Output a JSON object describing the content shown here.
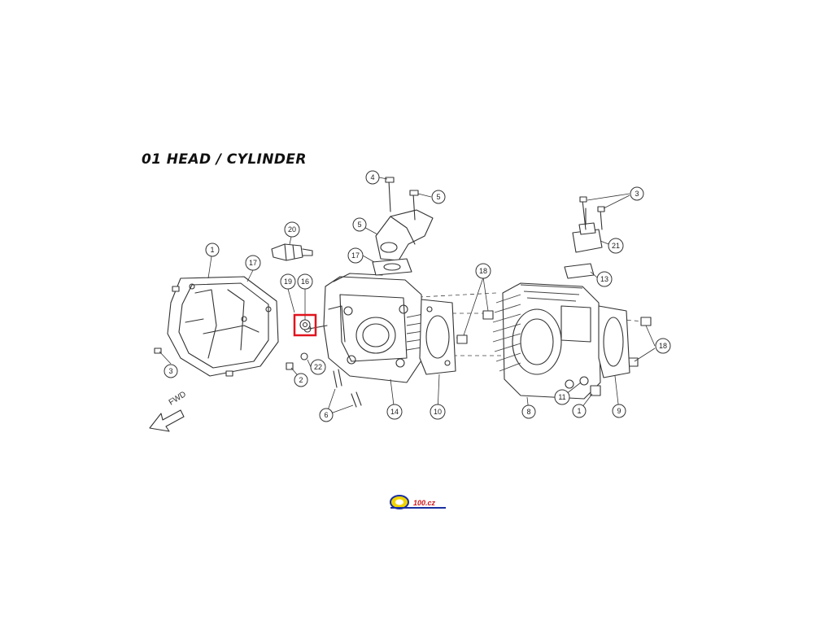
{
  "title": "01 HEAD / CYLINDER",
  "fwd_label": "FWD",
  "logo_text": "100.cz",
  "colors": {
    "highlight": "#e0141e",
    "logo_yellow": "#f0d400",
    "logo_blue": "#1a2fa0",
    "logo_red": "#d0141c"
  },
  "callouts": {
    "c4": "4",
    "c5a": "5",
    "c3a": "3",
    "c20": "20",
    "c5b": "5",
    "c17a": "17",
    "c1a": "1",
    "c17b": "17",
    "c19": "19",
    "c16": "16",
    "c18a": "18",
    "c21": "21",
    "c13": "13",
    "c3b": "3",
    "c18b": "18",
    "c22": "22",
    "c2": "2",
    "c11": "11",
    "c1b": "1",
    "c6": "6",
    "c14": "14",
    "c10": "10",
    "c8": "8",
    "c9": "9"
  }
}
